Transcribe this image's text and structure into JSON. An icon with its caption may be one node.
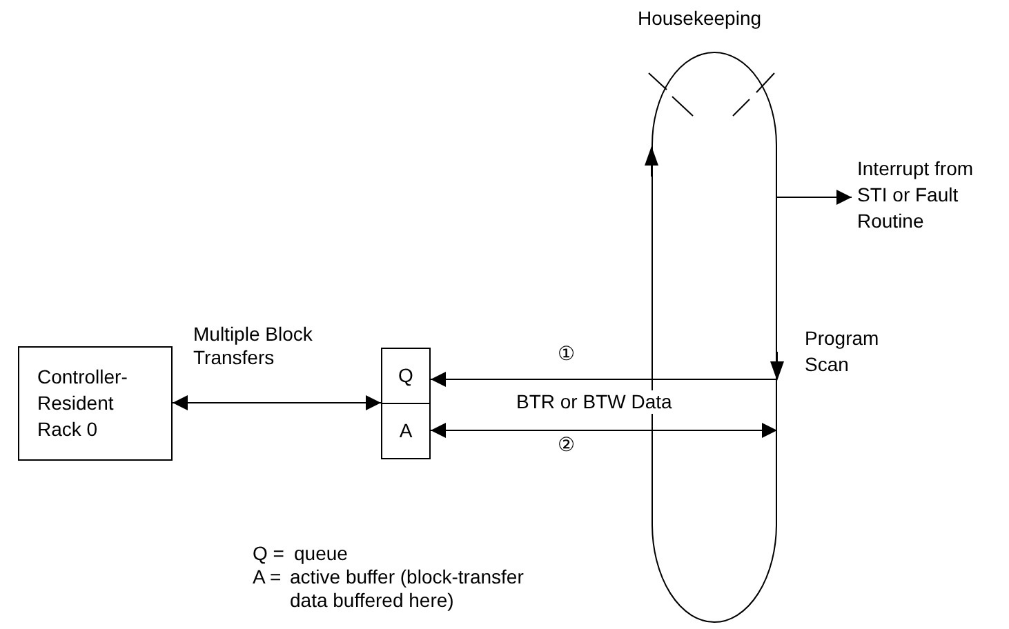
{
  "diagram": {
    "nodes": [
      {
        "text": [
          "Controller-Resident Rack 0"
        ]
      },
      {
        "text": [
          "Q",
          "A"
        ]
      },
      {
        "text": [],
        "shape": "oval",
        "beside": [
          "Housekeeping",
          "Program Scan"
        ]
      },
      {
        "text": [
          "Interrupt from STI or Fault Routine"
        ]
      }
    ],
    "edges": [
      {
        "from": 0,
        "to": 1,
        "arrow": "both",
        "label": "Multiple Block Transfers"
      },
      {
        "from": 2,
        "to": 1,
        "arrow": "to",
        "label": "①"
      },
      {
        "from": 1,
        "to": 2,
        "arrow": "both",
        "label": "②"
      },
      {
        "from": 2,
        "to": 3,
        "arrow": "to"
      }
    ],
    "labels": [
      "BTR or BTW Data",
      "Q =",
      "queue",
      "A =",
      "active buffer (block-transfer data buffered here)"
    ]
  }
}
